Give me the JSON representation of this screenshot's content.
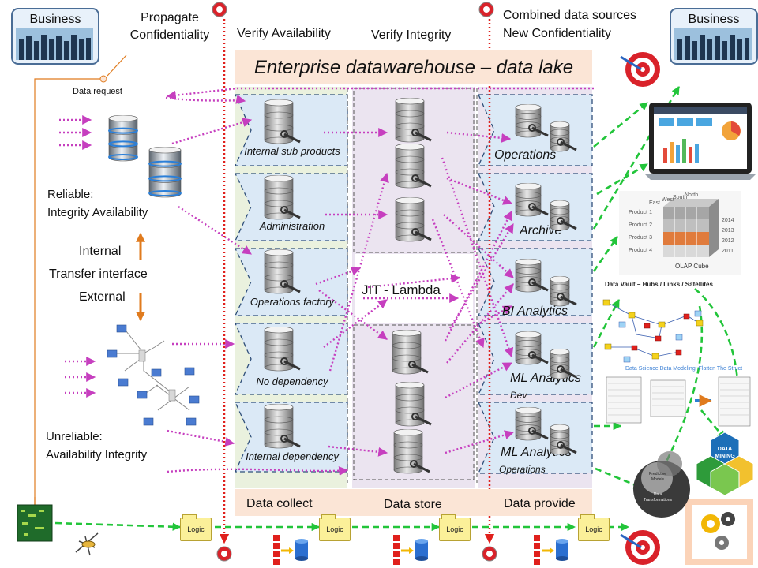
{
  "title": "Enterprise datawarehouse – data lake",
  "business_left": "Business",
  "business_right": "Business",
  "top_labels": {
    "propagate_line1": "Propagate",
    "propagate_line2": "Confidentiality",
    "verify_availability": "Verify Availability",
    "verify_integrity": "Verify Integrity",
    "combined_line1": "Combined data sources",
    "combined_line2": "New Confidentiality"
  },
  "data_request": "Data request",
  "left_labels": {
    "reliable_line1": "Reliable:",
    "reliable_line2": "Integrity Availability",
    "internal": "Internal",
    "transfer": "Transfer interface",
    "external": "External",
    "unreliable_line1": "Unreliable:",
    "unreliable_line2": "Availability Integrity"
  },
  "collect_items": [
    "Internal sub products",
    "Administration",
    "Operations factory",
    "No dependency",
    "Internal dependency"
  ],
  "jit_label": "JIT - Lambda",
  "provide_items": [
    "Operations",
    "Archive",
    "BI Analytics",
    "ML Analytics",
    "ML Analytics"
  ],
  "provide_sub": [
    "",
    "",
    "",
    "Dev",
    "Operations"
  ],
  "bottom_labels": [
    "Data collect",
    "Data store",
    "Data provide"
  ],
  "logic_label": "Logic",
  "right_images": {
    "olap_caption": "OLAP Cube",
    "olap_years": [
      "2014",
      "2013",
      "2012",
      "2011"
    ],
    "olap_products": [
      "Product 1",
      "Product 2",
      "Product 3",
      "Product 4"
    ],
    "olap_regions": [
      "East",
      "West",
      "South",
      "North"
    ],
    "vault_title": "Data Vault – Hubs / Links / Satellites",
    "vault_sub": "Data Science Data Modeling: Flatten The Struct",
    "mining_line1": "DATA",
    "mining_line2": "MINING",
    "predictive_line1": "Predictive",
    "predictive_line2": "Models",
    "transform_line1": "Data",
    "transform_line2": "Transformations"
  },
  "colors": {
    "magenta_arrow": "#c63fbf",
    "green_arrow": "#22c53a",
    "red_line": "#e0201c",
    "orange": "#e07b1e",
    "collect_bg": "#eaf1de",
    "store_bg": "#ebe4f0",
    "provide_bg": "#ebe4f0",
    "cell_bg": "#dbe9f6",
    "band": "#fbe5d6"
  }
}
